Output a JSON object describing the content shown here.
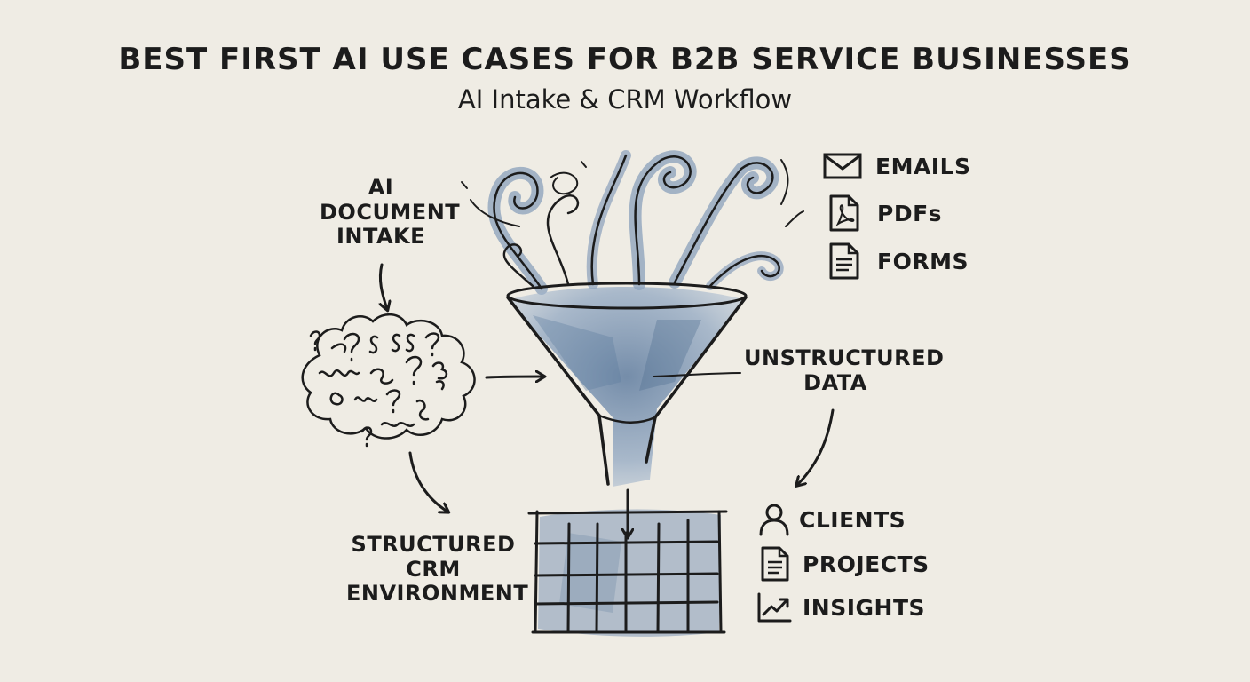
{
  "title": "BEST FIRST AI USE CASES FOR B2B SERVICE BUSINESSES",
  "subtitle": "AI Intake & CRM Workflow",
  "labels": {
    "intake": [
      "AI",
      "DOCUMENT",
      "INTAKE"
    ],
    "unstructured": [
      "UNSTRUCTURED",
      "DATA"
    ],
    "structured": [
      "STRUCTURED",
      "CRM",
      "ENVIRONMENT"
    ]
  },
  "inputs": [
    {
      "icon": "envelope-icon",
      "label": "EMAILS"
    },
    {
      "icon": "pdf-icon",
      "label": "PDFs"
    },
    {
      "icon": "form-icon",
      "label": "FORMS"
    }
  ],
  "outputs": [
    {
      "icon": "person-icon",
      "label": "CLIENTS"
    },
    {
      "icon": "document-icon",
      "label": "PROJECTS"
    },
    {
      "icon": "chart-icon",
      "label": "INSIGHTS"
    }
  ],
  "colors": {
    "ink": "#1c1c1c",
    "watercolor": "#7f97b4",
    "background": "#efece4"
  }
}
